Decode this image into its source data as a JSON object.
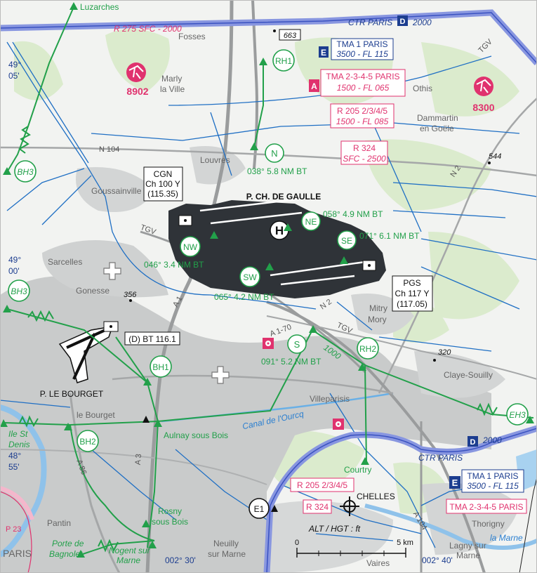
{
  "ctr_labels": {
    "top": "CTR PARIS",
    "top_class": "D",
    "top_alt": "2000",
    "bottom": "CTR PARIS",
    "bottom_class": "D",
    "bottom_alt": "2000"
  },
  "restricted": {
    "r275": "R 275 SFC - 2000",
    "r205_top_1": "R 205 2/3/4/5",
    "r205_top_2": "1500 - FL 085",
    "r324_top_1": "R 324",
    "r324_top_2": "SFC - 2500",
    "r205_bottom": "R 205 2/3/4/5",
    "r324_bottom": "R 324"
  },
  "tma": {
    "tma1_top_class": "E",
    "tma1_top_1": "TMA 1 PARIS",
    "tma1_top_2": "3500 - FL 115",
    "tma2_top_class": "A",
    "tma2_top_1": "TMA 2-3-4-5 PARIS",
    "tma2_top_2": "1500 - FL 065",
    "tma1_bottom_class": "E",
    "tma1_bottom_1": "TMA 1 PARIS",
    "tma1_bottom_2": "3500 - FL 115",
    "tma2_bottom": "TMA 2-3-4-5 PARIS"
  },
  "parachute_zones": [
    "8902",
    "8300"
  ],
  "airports": {
    "cdg": "P. CH. DE GAULLE",
    "cdg_vor": [
      "CGN",
      "Ch 100 Y",
      "(115.35)"
    ],
    "pgs_vor": [
      "PGS",
      "Ch 117 Y",
      "(117.05)"
    ],
    "le_bourget": "P. LE BOURGET",
    "le_bourget_vor": "(D) BT 116.1",
    "chelles": "CHELLES"
  },
  "reporting_points": [
    "RH1",
    "N",
    "NE",
    "SE",
    "NW",
    "SW",
    "S",
    "RH2",
    "BH1",
    "BH2",
    "BH3",
    "BH3",
    "EH3",
    "E1"
  ],
  "bearings": [
    "038° 5.8 NM BT",
    "058° 4.9 NM BT",
    "071° 6.1 NM BT",
    "046° 3.4 NM BT",
    "065° 4.2 NM BT",
    "091° 5.2 NM BT"
  ],
  "towns": [
    "Luzarches",
    "Fosses",
    "Marly",
    "la Ville",
    "Othis",
    "Dammartin",
    "en Goële",
    "Louvres",
    "Goussainville",
    "Sarcelles",
    "Gonesse",
    "Mitry",
    "Mory",
    "Claye-Souilly",
    "Villeparisis",
    "Aulnay sous Bois",
    "le Bourget",
    "Courtry",
    "Pantin",
    "Rosny",
    "sous Bois",
    "Neuilly",
    "sur Marne",
    "Thorigny",
    "Lagny sur",
    "Marne",
    "Vaires",
    "PARIS",
    "Porte de",
    "Bagnolet",
    "Nogent sur",
    "Marne",
    "Ile St",
    "Denis"
  ],
  "roads": [
    "N 104",
    "N 2",
    "N 2",
    "A 1",
    "A 104",
    "A 86",
    "A 3",
    "A 1-70",
    "TGV",
    "TGV",
    "TGV",
    "P 23"
  ],
  "spot_heights": [
    "663",
    "544",
    "356",
    "320"
  ],
  "waters": [
    "Canal de l'Ourcq",
    "la Marne"
  ],
  "coords": {
    "lat_49_05": [
      "49°",
      "05'"
    ],
    "lat_49_00": [
      "49°",
      "00'"
    ],
    "lat_48_55": [
      "48°",
      "55'"
    ],
    "lon_left": "002° 30'",
    "lon_right": "002° 40'"
  },
  "misc": {
    "bt1000": "1000",
    "alt_legend": "ALT / HGT : ft"
  },
  "scale_bar": {
    "min_label": "0",
    "max_label": "5 km"
  },
  "colors": {
    "vfr_route": "#22a04a",
    "restricted": "#e0326e",
    "ctr_band": "#5b6fc8",
    "airspace_line": "#1f6fc4",
    "airport_fill": "#2f3338",
    "urban": "#c9cbcb"
  }
}
